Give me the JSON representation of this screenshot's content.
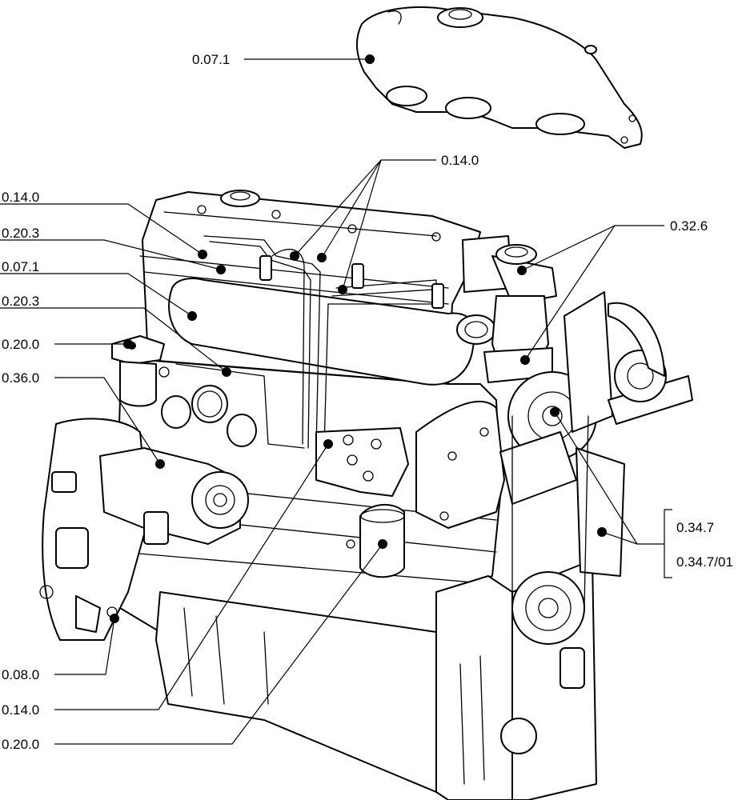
{
  "callouts": {
    "manifold_top": "0.07.1",
    "injection_top": "0.14.0",
    "l_0140": "0.14.0",
    "l_0203a": "0.20.3",
    "l_0071": "0.07.1",
    "l_0203b": "0.20.3",
    "l_0200a": "0.20.0",
    "l_0360": "0.36.0",
    "r_0326": "0.32.6",
    "r_0347": "0.34.7",
    "r_034701": "0.34.7/01",
    "b_0080": "0.08.0",
    "b_0140": "0.14.0",
    "b_0200": "0.20.0"
  }
}
